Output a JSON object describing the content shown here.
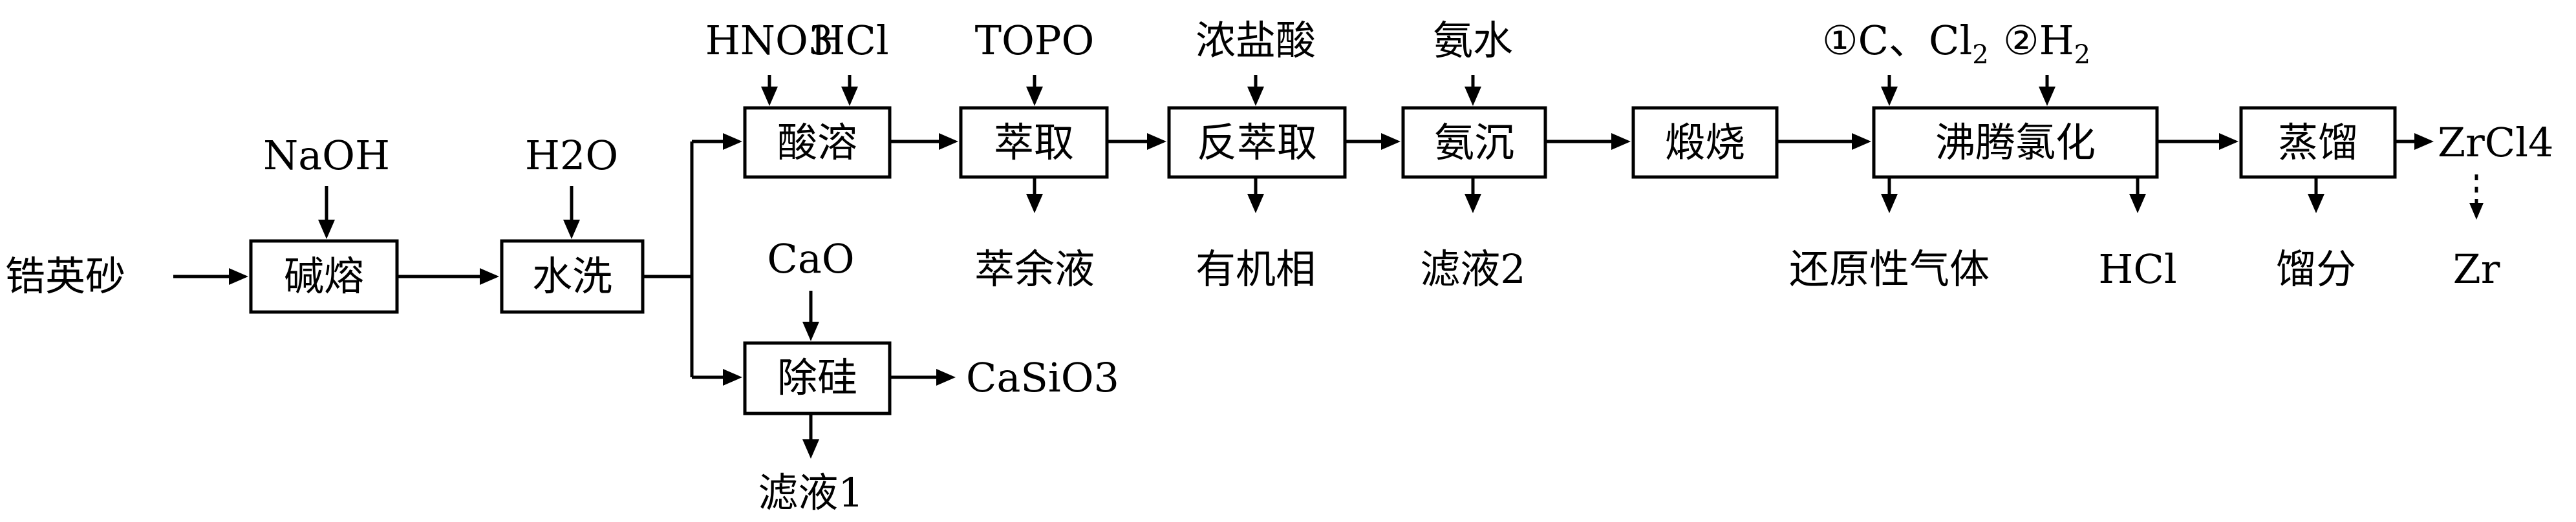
{
  "diagram": {
    "input": "锆英砂",
    "reagents": {
      "naoh": "NaOH",
      "h2o": "H2O",
      "hno3": "HNO3",
      "hcl": "HCl",
      "topo": "TOPO",
      "cao": "CaO",
      "conc_hcl": "浓盐酸",
      "ammonia_water": "氨水",
      "c_cl2_prefix": "①C、Cl",
      "c_cl2_sub": "2",
      "h2_prefix": "②H",
      "h2_sub": "2"
    },
    "steps": {
      "alkali_fusion": "碱熔",
      "water_wash": "水洗",
      "acid_dissolution": "酸溶",
      "desilication": "除硅",
      "extraction": "萃取",
      "back_extraction": "反萃取",
      "ammonia_precipitation": "氨沉",
      "calcination": "煅烧",
      "boiling_chlorination": "沸腾氯化",
      "distillation": "蒸馏"
    },
    "outputs": {
      "casio3": "CaSiO3",
      "filtrate1": "滤液1",
      "raffinate": "萃余液",
      "organic_phase": "有机相",
      "filtrate2": "滤液2",
      "reducing_gas": "还原性气体",
      "hcl_gas": "HCl",
      "fraction": "馏分",
      "zrcl4": "ZrCl4",
      "zr": "Zr"
    }
  }
}
